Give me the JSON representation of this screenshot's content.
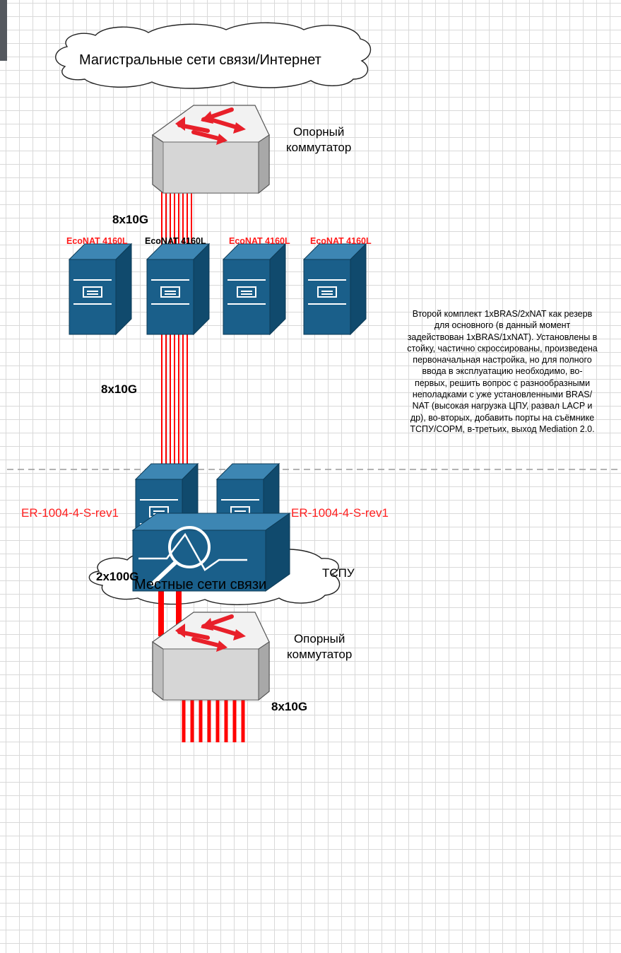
{
  "cloud_top": "Магистральные сети связи/Интернет",
  "cloud_bottom": "Местные сети связи",
  "switch_top_label": [
    "Опорный",
    "коммутатор"
  ],
  "switch_bottom_label": [
    "Опорный",
    "коммутатор"
  ],
  "links": {
    "switch_to_nat": "8x10G",
    "nat_to_er": "8x10G",
    "er_to_switch": "2x100G",
    "switch_to_tspu": "8x10G"
  },
  "nat_labels": [
    "EcoNAT 4160L",
    "EcoNAT 4160L",
    "EcoNAT 4160L",
    "EcoNAT 4160L"
  ],
  "nat_label_colors": [
    "#ff1a1a",
    "#000000",
    "#ff1a1a",
    "#ff1a1a"
  ],
  "er_labels": [
    "ER-1004-4-S-rev1",
    "ER-1004-4-S-rev1"
  ],
  "tspu_label": "ТСПУ",
  "note_lines": [
    "Второй комплект 1xBRAS/2xNAT как резерв",
    "для основного (в данный момент",
    "задействован 1xBRAS/1xNAT). Установлены в",
    "стойку, частично скроссированы, произведена",
    "первоначальная настройка, но для полного",
    "ввода в эксплуатацию необходимо, во-",
    "первых, решить вопрос с разнообразными",
    "неполадками с уже установленными BRAS/",
    "NAT (высокая нагрузка ЦПУ, развал LACP и",
    "др), во-вторых, добавить порты на съёмнике",
    "ТСПУ/СОРМ, в-третьих, выход Mediation 2.0."
  ],
  "colors": {
    "link": "#ff0000",
    "server_front": "#1a5f8a",
    "server_side": "#104a6d",
    "server_top": "#3d86b3",
    "switch_body": "#e8e8e8",
    "arrow": "#e8202a"
  },
  "icons": [
    "cloud-icon",
    "switch-icon",
    "server-icon",
    "tspu-icon"
  ]
}
